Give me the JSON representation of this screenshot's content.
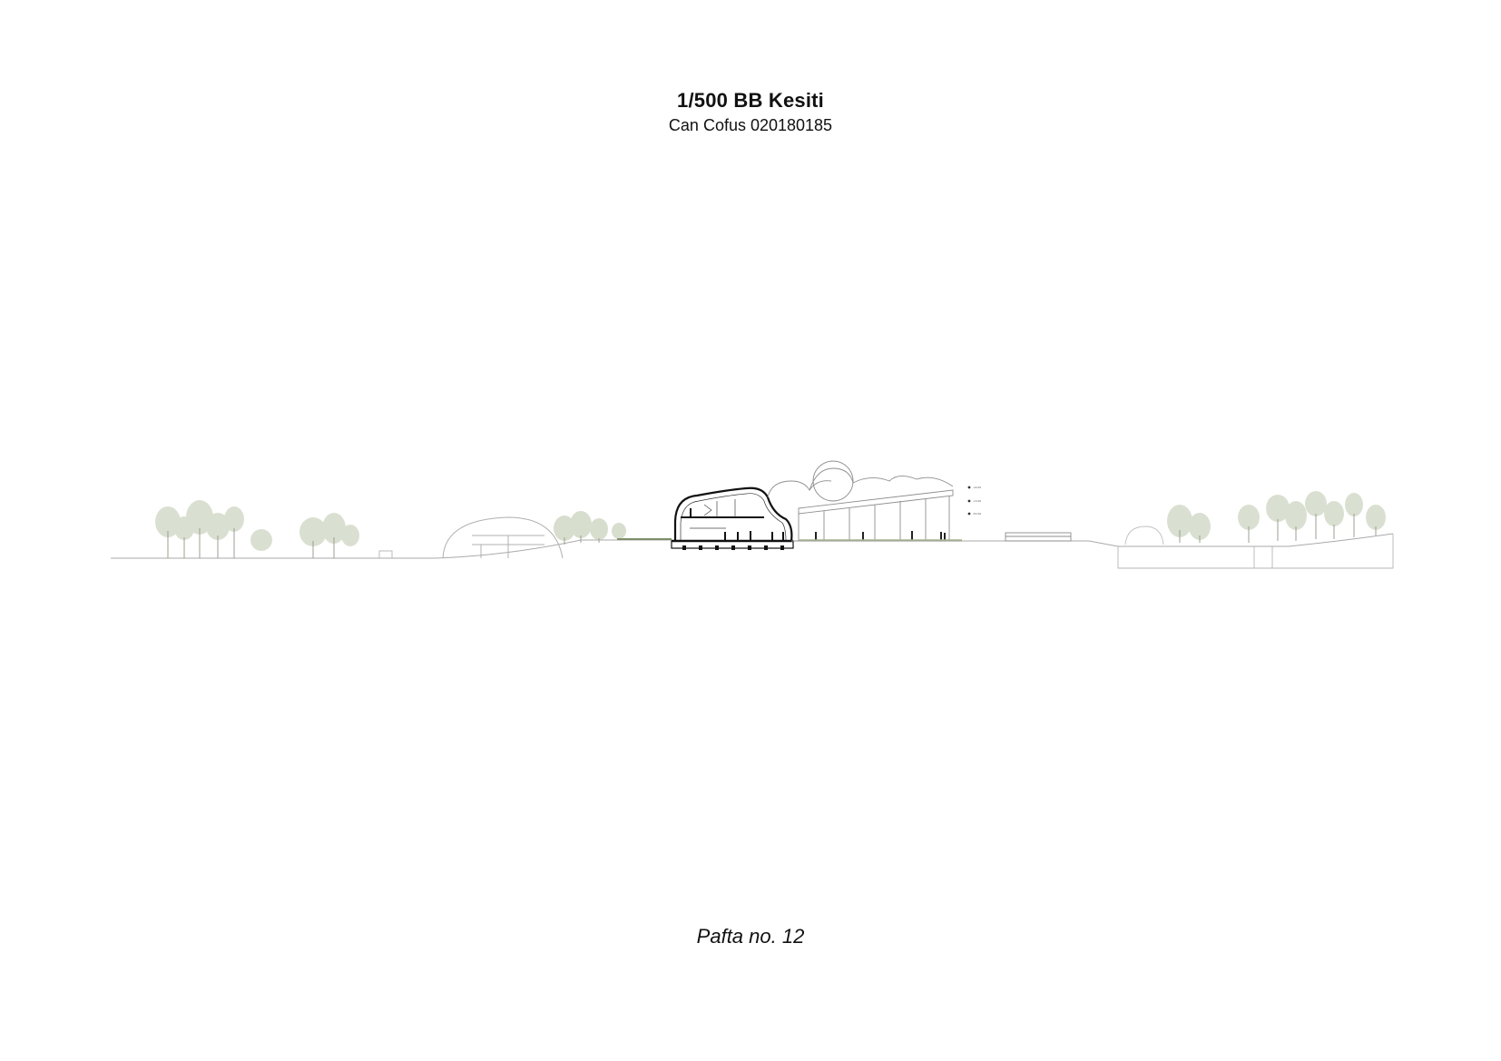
{
  "sheet": {
    "title": "1/500 BB Kesiti",
    "author": "Can Cofus 020180185",
    "sheet_number": "Pafta no. 12"
  },
  "drawing": {
    "level_labels": [
      "+6.00",
      "+3.00",
      "±0.00"
    ],
    "colors": {
      "foliage": "#cbd3c0",
      "foliage_dark": "#b7c2a8",
      "trunk": "#8a8f7a",
      "line": "#9a9a9a",
      "section_cut": "#111111"
    }
  }
}
